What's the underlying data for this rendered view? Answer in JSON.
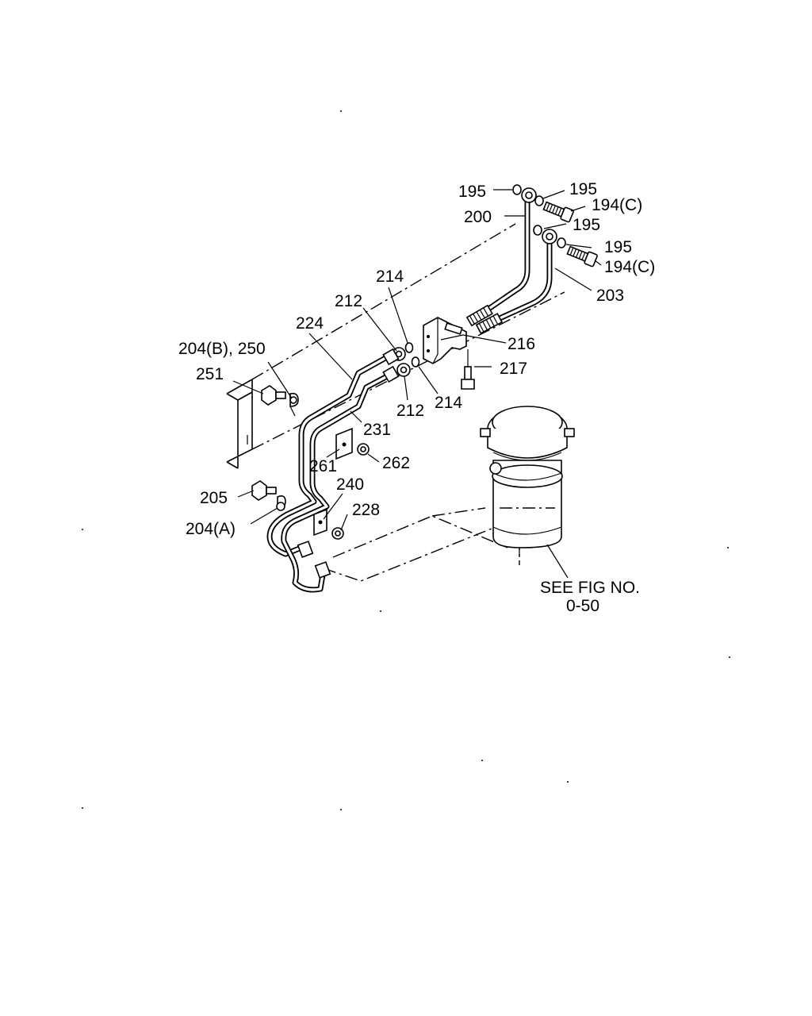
{
  "diagram": {
    "labels": {
      "l195a": "195",
      "l195b": "195",
      "l194c_a": "194(C)",
      "l200": "200",
      "l195c": "195",
      "l195d": "195",
      "l194c_b": "194(C)",
      "l214a": "214",
      "l203": "203",
      "l212a": "212",
      "l224": "224",
      "l216": "216",
      "l204b_250": "204(B), 250",
      "l217": "217",
      "l251": "251",
      "l212b": "212",
      "l214b": "214",
      "l231": "231",
      "l261": "261",
      "l262": "262",
      "l240": "240",
      "l205": "205",
      "l228": "228",
      "l204a": "204(A)"
    },
    "reference_note": {
      "line1": "SEE FIG NO.",
      "line2": "0-50"
    }
  }
}
